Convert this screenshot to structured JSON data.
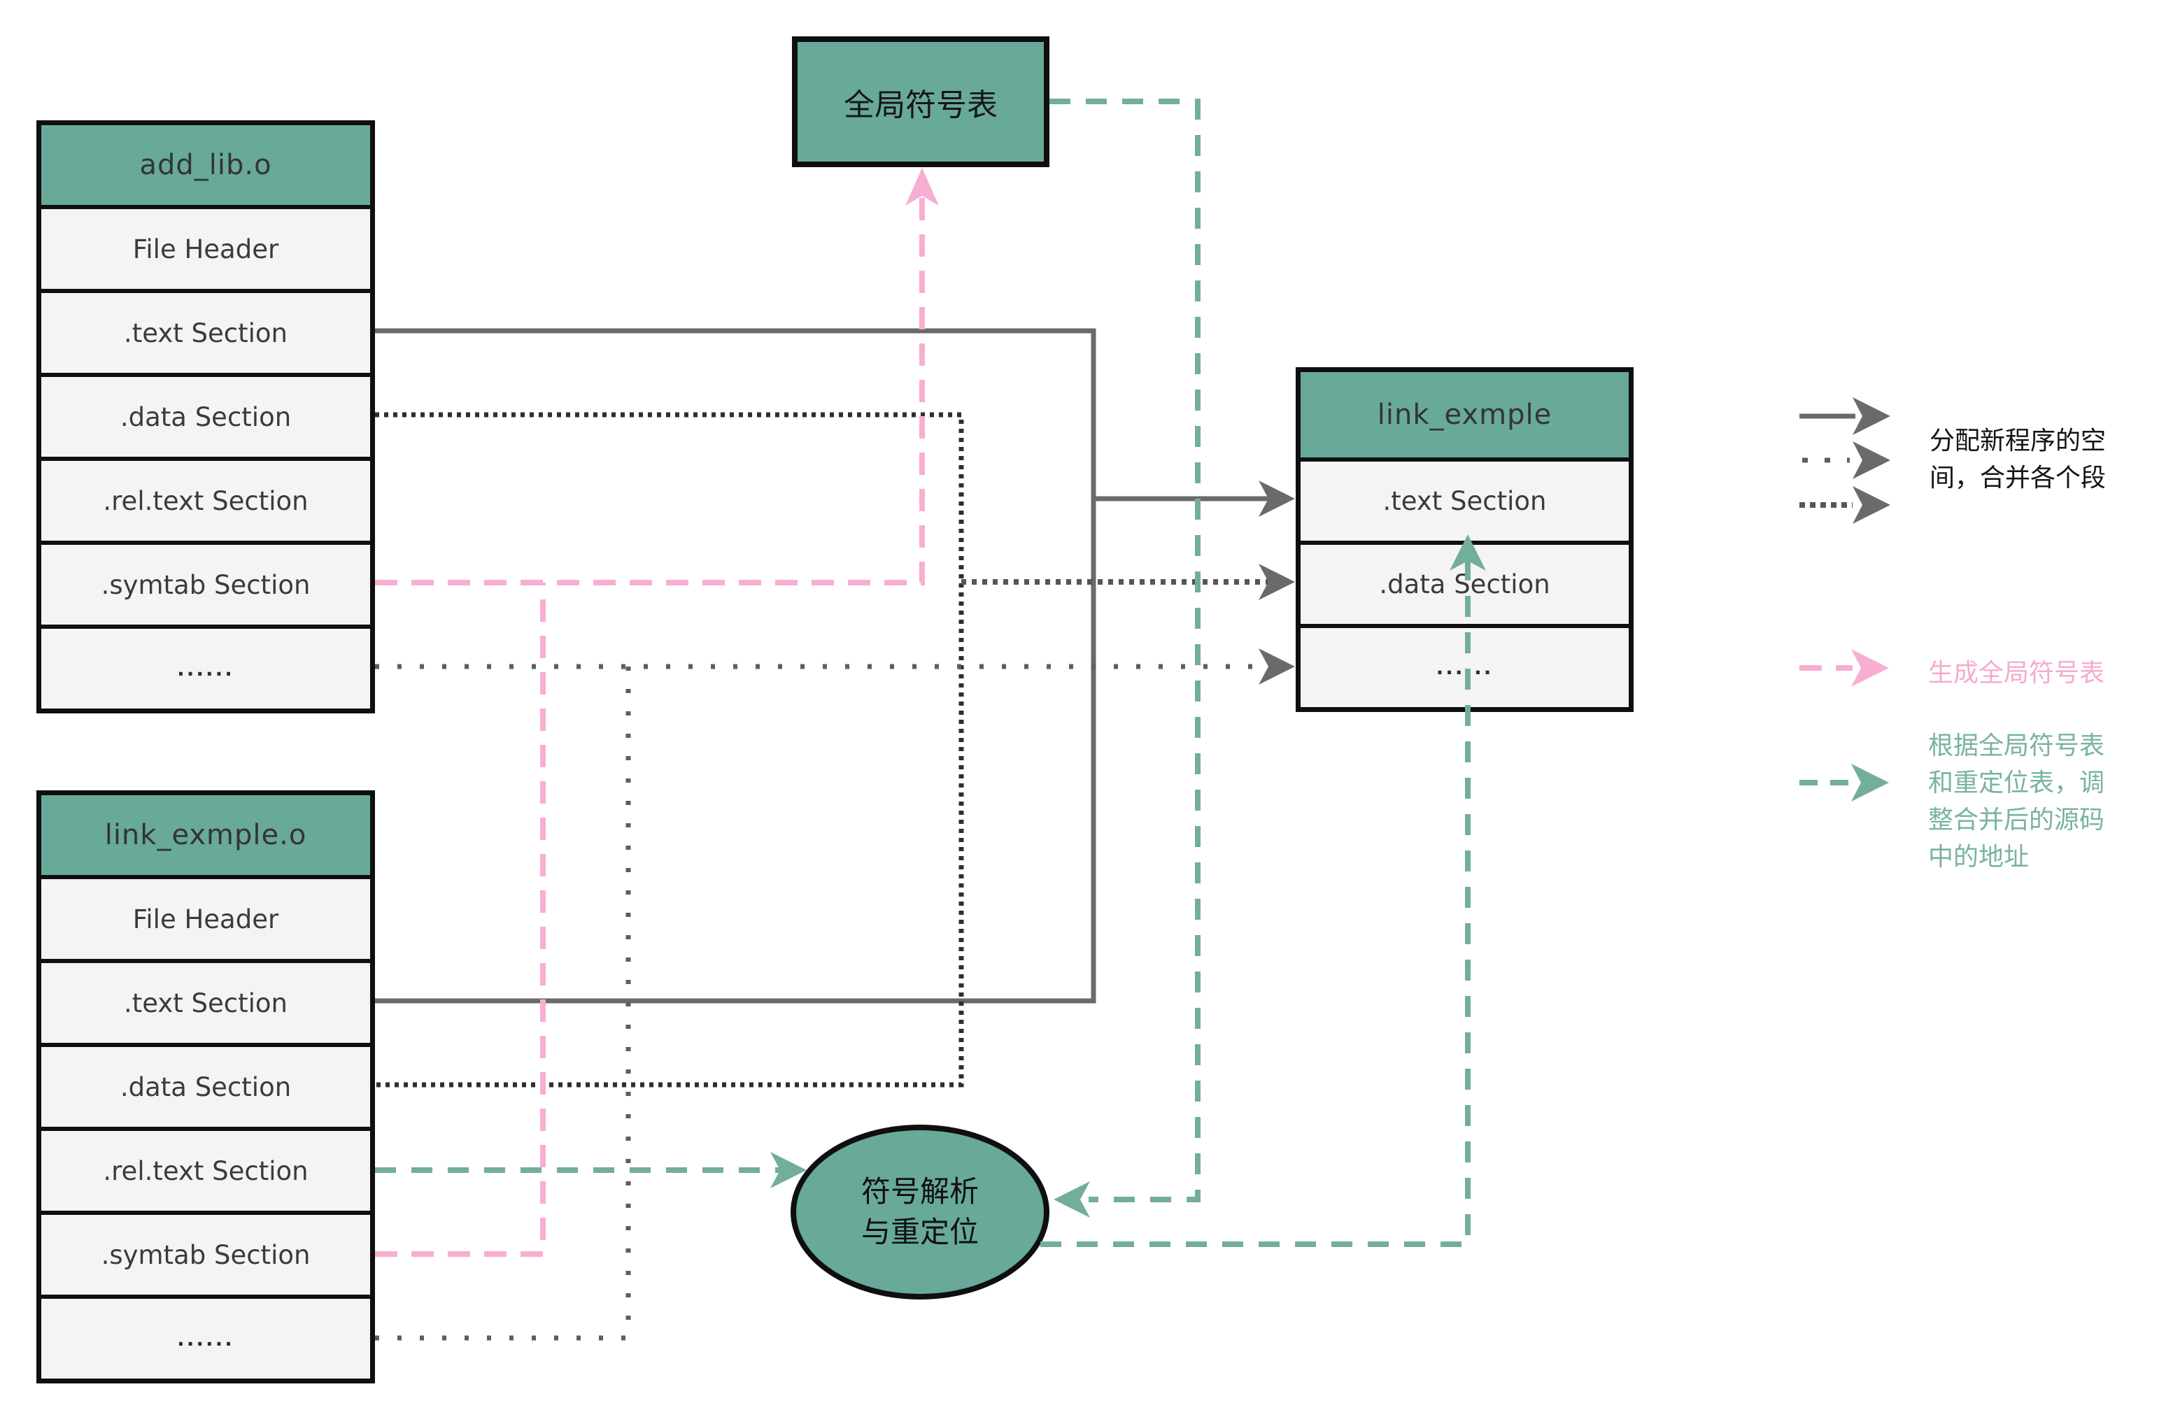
{
  "palette": {
    "teal": "#68a99a",
    "row_bg": "#f4f4f4",
    "border": "#0f0f0f",
    "grey_line": "#6a6a6a",
    "dark_dot_line": "#2e2e2e",
    "sparse_dot_line": "#5e5e5e",
    "pink": "#f8aed2",
    "green": "#73ad9c",
    "pink_text": "#f6aacf",
    "green_text": "#79b3a1"
  },
  "nodes": {
    "add_lib": {
      "title": "add_lib.o",
      "rows": [
        "File Header",
        ".text Section",
        ".data Section",
        ".rel.text Section",
        ".symtab Section",
        "......"
      ]
    },
    "link_exmple_o": {
      "title": "link_exmple.o",
      "rows": [
        "File Header",
        ".text Section",
        ".data Section",
        ".rel.text Section",
        ".symtab Section",
        "......"
      ]
    },
    "link_exmple": {
      "title": "link_exmple",
      "rows": [
        ".text Section",
        ".data Section",
        "......"
      ]
    },
    "global_symtab": {
      "label": "全局符号表"
    },
    "resolve": {
      "lines": [
        "符号解析",
        "与重定位"
      ]
    }
  },
  "legend": {
    "merge": {
      "lines": [
        "分配新程序的空",
        "间，合并各个段"
      ]
    },
    "gen_sym": {
      "lines": [
        "生成全局符号表"
      ]
    },
    "reloc": {
      "lines": [
        "根据全局符号表",
        "和重定位表，调",
        "整合并后的源码",
        "中的地址"
      ]
    }
  }
}
